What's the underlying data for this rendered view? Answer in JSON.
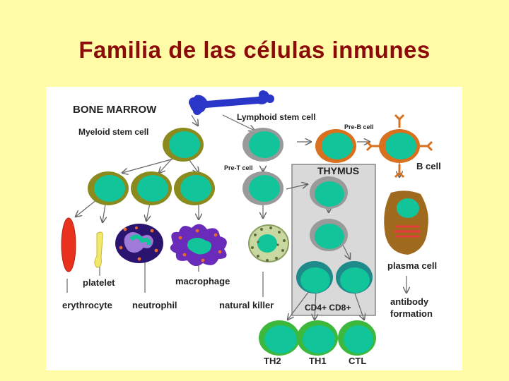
{
  "title": "Familia de las células inmunes",
  "labels": {
    "bone_marrow": "BONE MARROW",
    "lymphoid_stem_cell": "Lymphoid stem cell",
    "myeloid_stem_cell": "Myeloid stem cell",
    "pre_b_cell": "Pre-B cell",
    "pre_t_cell": "Pre-T cell",
    "thymus": "THYMUS",
    "b_cell": "B cell",
    "plasma_cell": "plasma cell",
    "antibody_formation_1": "antibody",
    "antibody_formation_2": "formation",
    "platelet": "platelet",
    "macrophage": "macrophage",
    "erythrocyte": "erythrocyte",
    "neutrophil": "neutrophil",
    "natural_killer": "natural killer",
    "cd4_cd8": "CD4+ CD8+",
    "th2": "TH2",
    "th1": "TH1",
    "ctl": "CTL"
  },
  "colors": {
    "background": "#FFFBA6",
    "title": "#8B0A0A",
    "nucleus": "#12C49A",
    "myeloid_ring": "#8A8A1E",
    "lymphoid_ring": "#9A9A9A",
    "b_ring": "#D9701E",
    "cd_ring": "#1E8A8A",
    "effector_ring": "#3CB83C",
    "bone": "#2A36C8",
    "erythrocyte": "#E8321E",
    "platelet": "#F2E86A",
    "neutrophil": "#2A1470",
    "macrophage": "#6A2ABA",
    "thymus_box": "#D9D9D9"
  }
}
